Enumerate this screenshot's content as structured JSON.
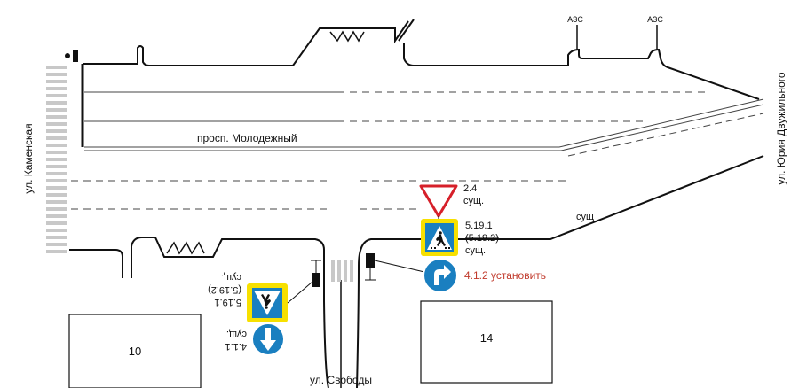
{
  "streets": {
    "kamenskaya": "ул. Каменская",
    "molodezhny": "просп. Молодежный",
    "dvuzhilnogo": "ул. Юрия Двужильного",
    "svobody": "ул. Свободы"
  },
  "gas_stations": [
    "АЗС",
    "АЗС"
  ],
  "buildings": [
    {
      "number": "10"
    },
    {
      "number": "14"
    }
  ],
  "signs": {
    "yield": {
      "code": "2.4",
      "status": "сущ."
    },
    "crossing_right": {
      "code": "5.19.1",
      "code_alt": "(5.19.2)",
      "status": "сущ."
    },
    "crossing_left": {
      "code": "5.19.1",
      "code_alt": "(5.19.2)",
      "status": "сущ."
    },
    "straight": {
      "code": "4.1.1",
      "status": "сущ."
    },
    "turn_right": {
      "text": "4.1.2 установить"
    },
    "road_status": "сущ"
  },
  "colors": {
    "sign_blue": "#1a7fc0",
    "sign_yellow": "#f7e000",
    "sign_red": "#d6202a",
    "new_sign_text": "#c0392b",
    "line": "#111111"
  }
}
